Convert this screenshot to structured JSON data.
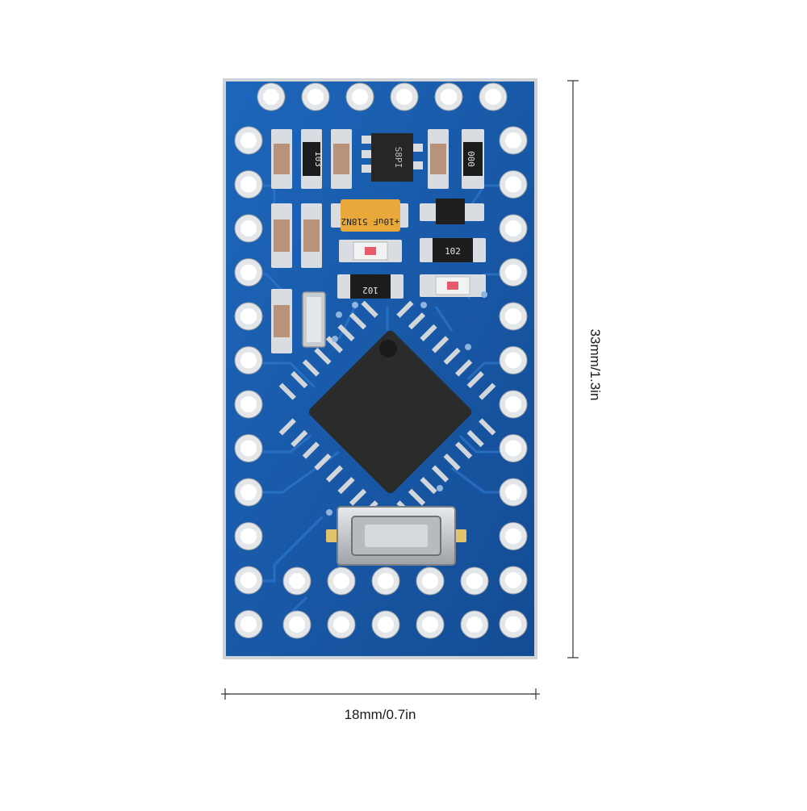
{
  "dimensions": {
    "width_label": "18mm/0.7in",
    "height_label": "33mm/1.3in"
  },
  "board": {
    "markings": {
      "res_103": "103",
      "res_000": "000",
      "reg_mark": "S8PI",
      "tantalum_mark": "+10uF 518N2",
      "res_102_a": "102",
      "res_102_b": "102"
    }
  },
  "colors": {
    "pcb_blue": "#1a5fb0",
    "pcb_dark": "#123f80",
    "pad_silver": "#d9dde2",
    "chip_black": "#2b2b2b",
    "tantalum": "#e8a93a"
  }
}
